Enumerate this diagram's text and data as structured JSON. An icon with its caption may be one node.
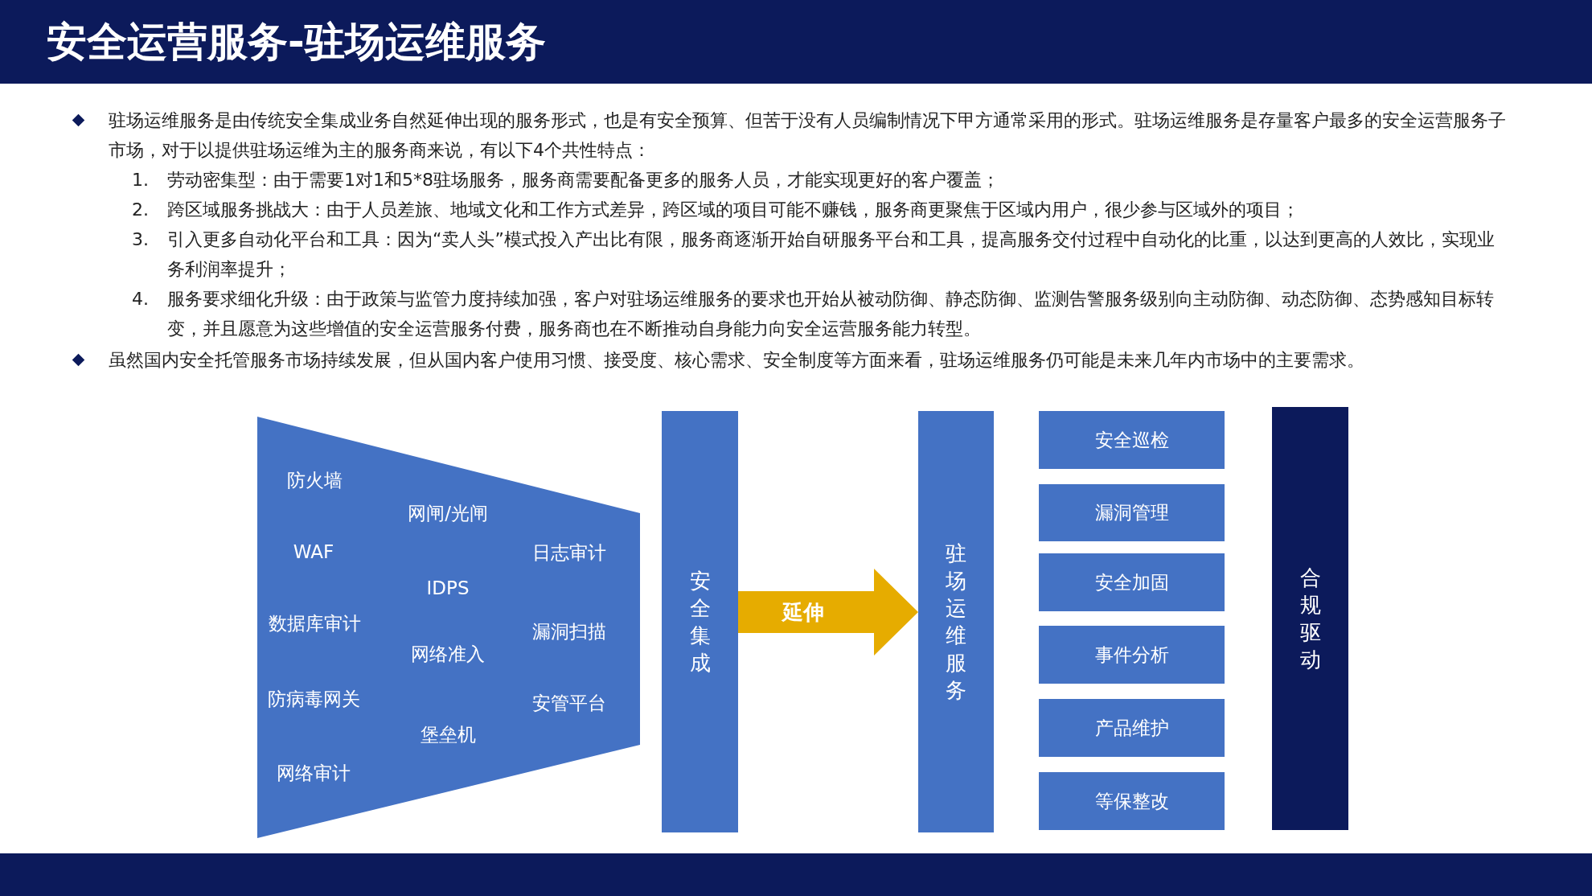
{
  "diagram": {
    "title": "安全运营服务-驻场运维服务",
    "nodes": [
      {
        "text": [
          "防火墙",
          "网闸/光闸",
          "WAF",
          "日志审计",
          "IDPS",
          "数据库审计",
          "漏洞扫描",
          "网络准入",
          "防病毒网关",
          "安管平台",
          "堡垒机",
          "网络审计"
        ]
      },
      {
        "text": [
          "安全集成"
        ]
      },
      {
        "text": [
          "驻场运维服务"
        ]
      },
      {
        "text": [
          "安全巡检"
        ]
      },
      {
        "text": [
          "漏洞管理"
        ]
      },
      {
        "text": [
          "安全加固"
        ]
      },
      {
        "text": [
          "事件分析"
        ]
      },
      {
        "text": [
          "产品维护"
        ]
      },
      {
        "text": [
          "等保整改"
        ]
      },
      {
        "text": [
          "合规驱动"
        ]
      }
    ],
    "edges": [
      {
        "from": 1,
        "to": 2,
        "arrow": "to",
        "label": "延伸",
        "color": "#e6ac00",
        "style": "thick"
      }
    ],
    "labels": [
      "驻场运维服务是由传统安全集成业务自然延伸出现的服务形式，也是有安全预算、但苦于没有人员编制情况下甲方通常采用的形式。驻场运维服务是存量客户最多的安全运营服务子市场，对于以提供驻场运维为主的服务商来说，有以下4个共性特点：",
      "1.",
      "劳动密集型：由于需要1对1和5*8驻场服务，服务商需要配备更多的服务人员，才能实现更好的客户覆盖；",
      "2.",
      "跨区域服务挑战大：由于人员差旅、地域文化和工作方式差异，跨区域的项目可能不赚钱，服务商更聚焦于区域内用户，很少参与区域外的项目；",
      "3.",
      "引入更多自动化平台和工具：因为“卖人头”模式投入产出比有限，服务商逐渐开始自研服务平台和工具，提高服务交付过程中自动化的比重，以达到更高的人效比，实现业务利润率提升；",
      "4.",
      "服务要求细化升级：由于政策与监管力度持续加强，客户对驻场运维服务的要求也开始从被动防御、静态防御、监测告警服务级别向主动防御、动态防御、态势感知目标转变，并且愿意为这些增值的安全运营服务付费，服务商也在不断推动自身能力向安全运营服务能力转型。",
      "虽然国内安全托管服务市场持续发展，但从国内客户使用习惯、接受度、核心需求、安全制度等方面来看，驻场运维服务仍可能是未来几年内市场中的主要需求。"
    ]
  }
}
